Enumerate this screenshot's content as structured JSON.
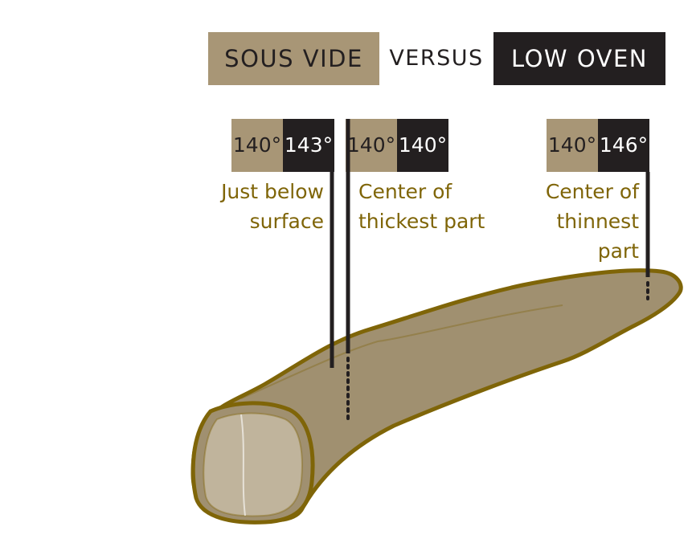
{
  "header": {
    "sous_vide": "SOUS VIDE",
    "versus": "VERSUS",
    "low_oven": "LOW OVEN"
  },
  "colors": {
    "sous_vide_tan": "#a89676",
    "low_oven_dark": "#231f20",
    "label_olive": "#7f6508",
    "meat_outline": "#7f6508",
    "meat_fill": "#a09070",
    "cut_face": "#c0b49c",
    "probe_line": "#231f20"
  },
  "probes": [
    {
      "sous_vide_temp": "140°",
      "low_oven_temp": "143°",
      "label": "Just below\nsurface"
    },
    {
      "sous_vide_temp": "140°",
      "low_oven_temp": "140°",
      "label": "Center of\nthickest part"
    },
    {
      "sous_vide_temp": "140°",
      "low_oven_temp": "146°",
      "label": "Center of\nthinnest\npart"
    }
  ]
}
